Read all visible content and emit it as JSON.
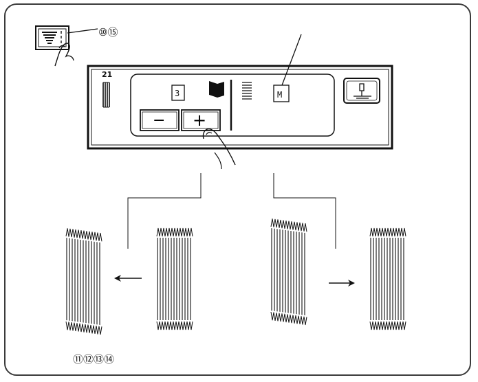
{
  "refs": {
    "top_key": [
      "⑩",
      "⑮"
    ],
    "bottom_left": [
      "⑪",
      "⑫",
      "⑬",
      "⑭"
    ]
  },
  "panel": {
    "pattern_number": "21",
    "value": "3",
    "mode": "M",
    "minus_symbol": "−",
    "plus_symbol": "+"
  },
  "icons": {
    "stitch_width_key": "stitch-width-key-icon",
    "pointing_hand": "hand-icon",
    "presser_foot": "presser-foot-icon",
    "satin_pattern": "satin-stitch-icon",
    "arrow_left": "arrow-left-icon",
    "arrow_right": "arrow-right-icon"
  },
  "colors": {
    "ink": "#111111",
    "panel_bg": "#ffffff",
    "border": "#3a3a3a"
  }
}
